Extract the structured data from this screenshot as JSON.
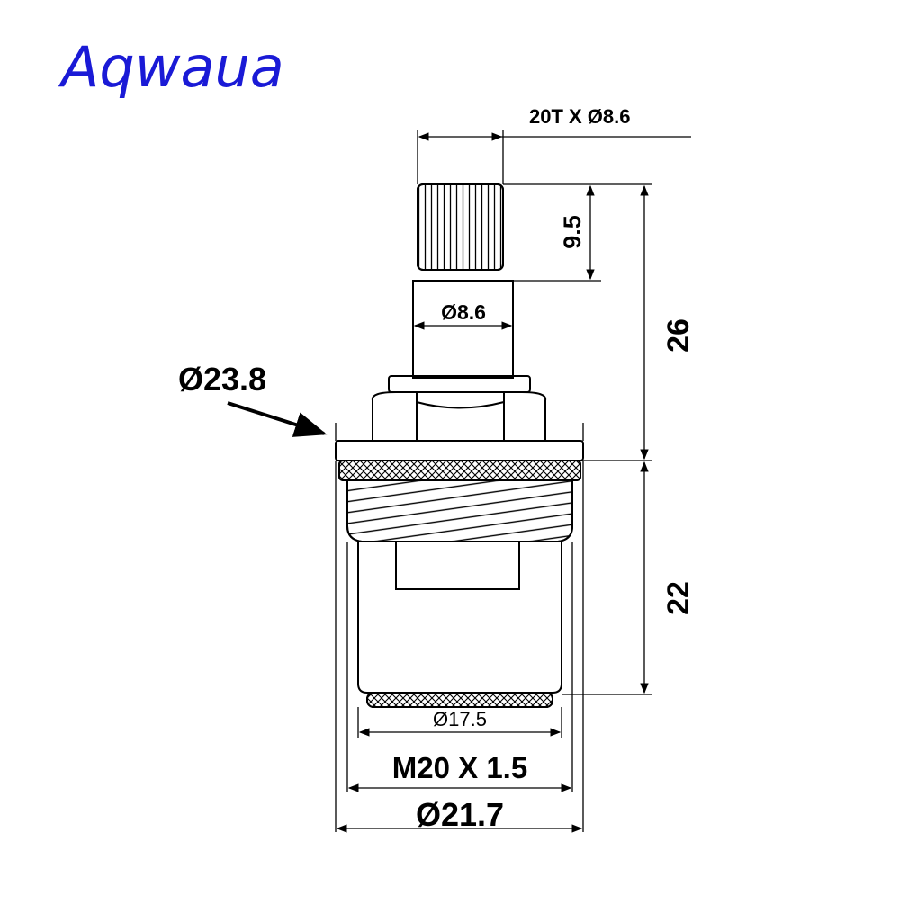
{
  "brand": {
    "name": "Aqwaua",
    "color": "#1a1ad6"
  },
  "dimensions": {
    "spline": "20T X Ø8.6",
    "spline_height": "9.5",
    "stem_diameter": "Ø8.6",
    "total_upper_height": "26",
    "flange_diameter": "Ø23.8",
    "body_height": "22",
    "bottom_diameter": "Ø17.5",
    "thread": "M20 X 1.5",
    "body_diameter": "Ø21.7"
  },
  "colors": {
    "line": "#000000",
    "background": "#ffffff"
  }
}
